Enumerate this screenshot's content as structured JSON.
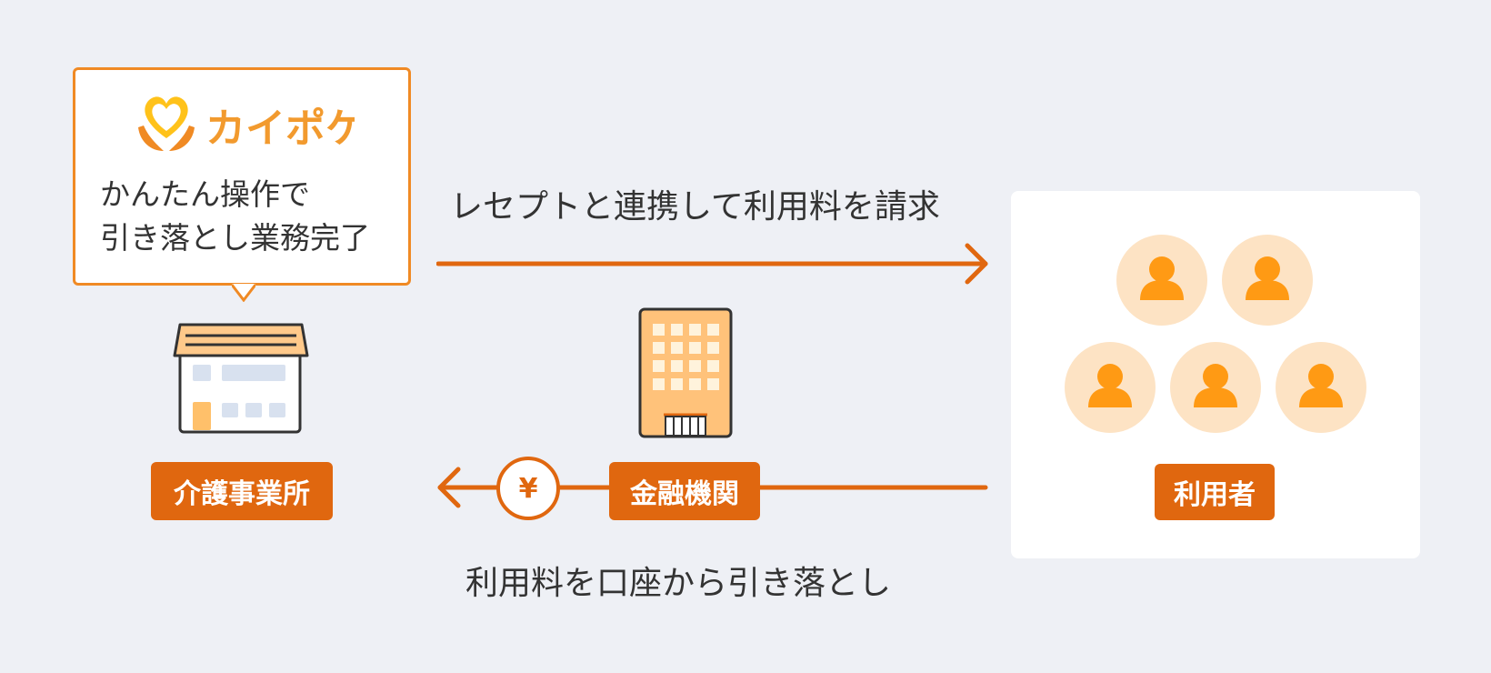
{
  "callout": {
    "brand": "カイポケ",
    "line1": "かんたん操作で",
    "line2": "引き落とし業務完了"
  },
  "labels": {
    "office": "介護事業所",
    "bank": "金融機関",
    "users": "利用者"
  },
  "flows": {
    "billing": "レセプトと連携して利用料を請求",
    "debit": "利用料を口座から引き落とし",
    "yen_symbol": "¥"
  },
  "colors": {
    "accent": "#e0670f",
    "callout_border": "#f08a24",
    "logo_orange": "#f29a2e",
    "user_circle": "#fde3c4",
    "user_figure": "#ff9a14",
    "background": "#eef0f5"
  },
  "icons": {
    "office": "care-office-building-icon",
    "bank": "bank-building-icon",
    "user": "user-person-icon",
    "logo": "heart-hands-logo-icon"
  }
}
